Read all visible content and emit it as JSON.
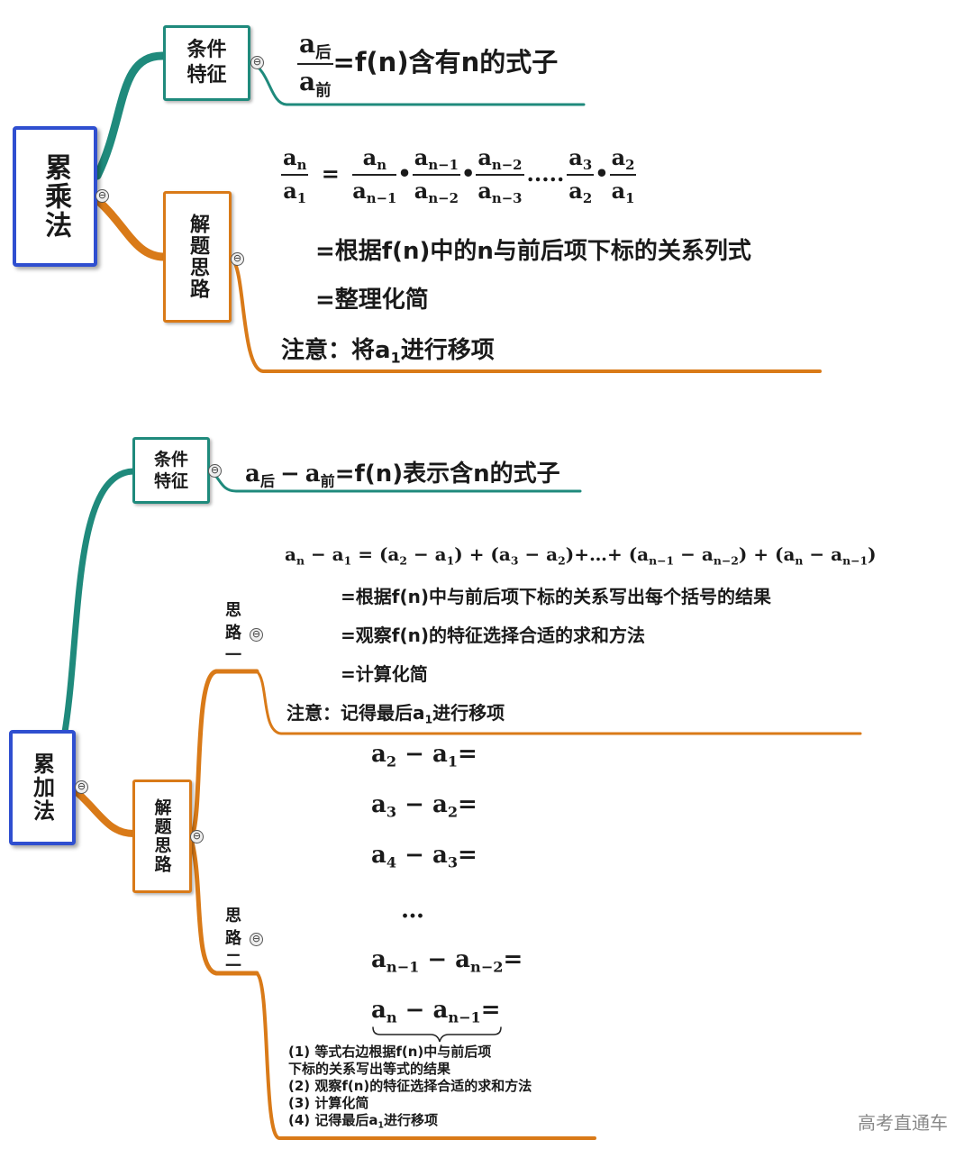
{
  "top": {
    "root": "累乘法",
    "cond_label": "条件特征",
    "cond_expr_tail": "=f(n)含有n的式子",
    "frac_num": "a",
    "frac_num_sub": "后",
    "frac_den": "a",
    "frac_den_sub": "前",
    "solve_label": "解题思路",
    "step1": "=根据f(n)中的n与前后项下标的关系列式",
    "step2": "=整理化简",
    "note_prefix": "注意：将a",
    "note_sub": "1",
    "note_suffix": "进行移项"
  },
  "bottom": {
    "root": "累加法",
    "cond_label": "条件特征",
    "cond_expr_tail": "=f(n)表示含n的式子",
    "solve_label": "解题思路",
    "path1_label": "思路一",
    "path2_label": "思路二",
    "p1_line1": "=根据f(n)中与前后项下标的关系写出每个括号的结果",
    "p1_line2": "=观察f(n)的特征选择合适的求和方法",
    "p1_line3": "=计算化简",
    "p1_note_prefix": "注意：记得最后a",
    "p1_note_sub": "1",
    "p1_note_suffix": "进行移项",
    "ellipsis": "…",
    "p2_notes": [
      "(1) 等式右边根据f(n)中与前后项",
      "下标的关系写出等式的结果",
      "(2) 观察f(n)的特征选择合适的求和方法",
      "(3) 计算化简"
    ],
    "p2_note4_prefix": "(4) 记得最后a",
    "p2_note4_sub": "1",
    "p2_note4_suffix": "进行移项"
  },
  "toggle_symbol": "⊖",
  "watermark": "高考直通车",
  "colors": {
    "teal": "#1f8a7c",
    "orange": "#d97a18",
    "blue": "#2f4fd0"
  }
}
